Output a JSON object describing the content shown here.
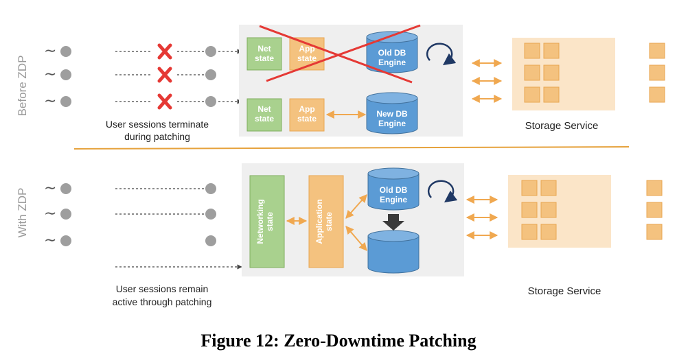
{
  "figure": {
    "caption": "Figure 12: Zero-Downtime Patching"
  },
  "before": {
    "side_label": "Before ZDP",
    "sessions_caption_line1": "User sessions terminate",
    "sessions_caption_line2": "during patching",
    "top_engine": {
      "net_line1": "Net",
      "net_line2": "state",
      "app_line1": "App",
      "app_line2": "state",
      "db_line1": "Old DB",
      "db_line2": "Engine"
    },
    "bottom_engine": {
      "net_line1": "Net",
      "net_line2": "state",
      "app_line1": "App",
      "app_line2": "state",
      "db_line1": "New DB",
      "db_line2": "Engine"
    },
    "storage_label": "Storage Service"
  },
  "with": {
    "side_label": "With ZDP",
    "sessions_caption_line1": "User sessions remain",
    "sessions_caption_line2": "active through patching",
    "networking_line1": "Networking",
    "networking_line2": "state",
    "application_line1": "Application",
    "application_line2": "state",
    "db_line1": "Old DB",
    "db_line2": "Engine",
    "storage_label": "Storage Service"
  },
  "colors": {
    "green_fill": "#a9d18e",
    "green_stroke": "#7fae5d",
    "orange_fill": "#f4c27f",
    "orange_stroke": "#e8a650",
    "blue_fill": "#5b9bd5",
    "blue_stroke": "#41719c",
    "storage_bg": "#fbe5c8",
    "engine_bg": "#efefef",
    "divider": "#e6a23c",
    "cross": "#e53935",
    "loop_arrow": "#1f3864"
  }
}
